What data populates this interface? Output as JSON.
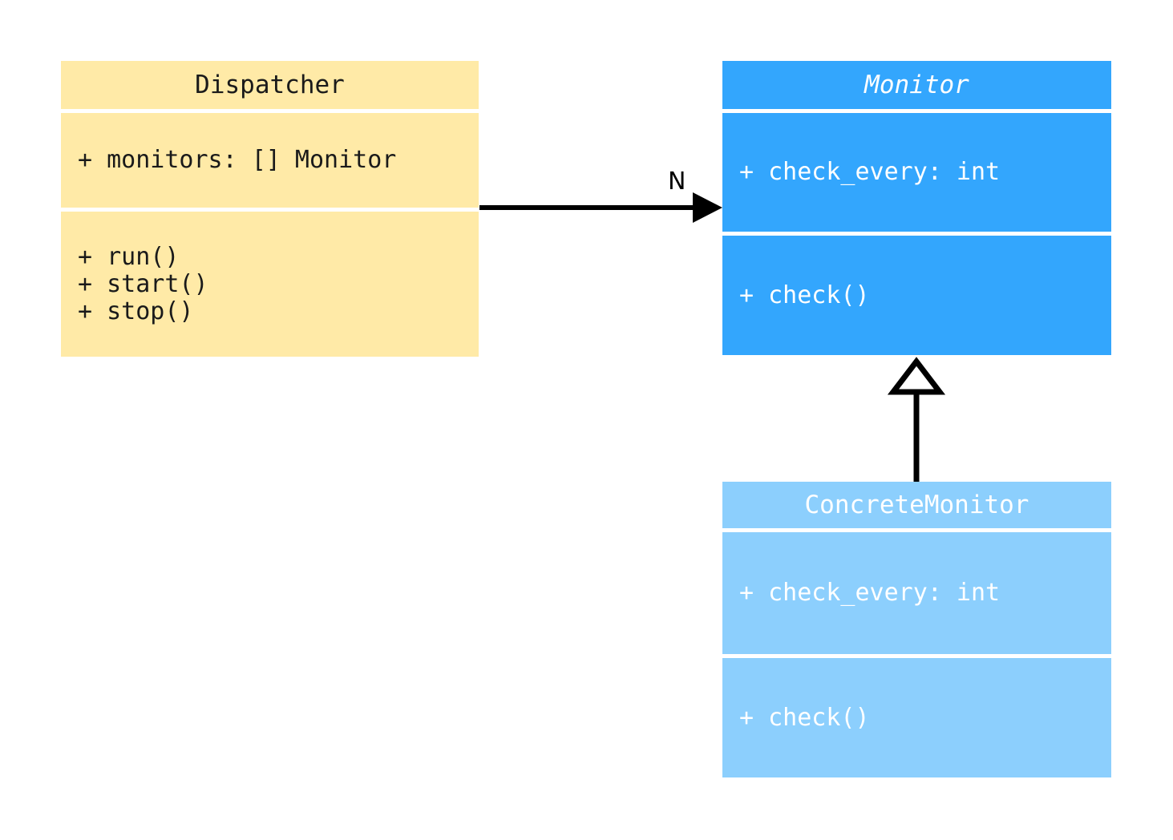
{
  "diagram": {
    "type": "uml-class-diagram",
    "background_color": "#ffffff"
  },
  "classes": [
    {
      "id": "dispatcher",
      "name": "Dispatcher",
      "abstract": false,
      "fill_color": "#ffeaa7",
      "text_color": "#1a1a1a",
      "attributes": [
        "+ monitors: [] Monitor"
      ],
      "methods": [
        "+ run()",
        "+ start()",
        "+ stop()"
      ]
    },
    {
      "id": "monitor",
      "name": "Monitor",
      "abstract": true,
      "fill_color": "#33a6fd",
      "text_color": "#ffffff",
      "attributes": [
        "+ check_every: int"
      ],
      "methods": [
        "+ check()"
      ]
    },
    {
      "id": "concretemonitor",
      "name": "ConcreteMonitor",
      "abstract": false,
      "fill_color": "#8ccffd",
      "text_color": "#ffffff",
      "attributes": [
        "+ check_every: int"
      ],
      "methods": [
        "+ check()"
      ]
    }
  ],
  "relationships": [
    {
      "id": "dispatcher-to-monitor",
      "kind": "association",
      "from": "Dispatcher",
      "to": "Monitor",
      "label": "N",
      "arrow_style": "filled-triangle",
      "line_color": "#000000"
    },
    {
      "id": "concretemonitor-to-monitor",
      "kind": "generalization",
      "from": "ConcreteMonitor",
      "to": "Monitor",
      "label": "",
      "arrow_style": "hollow-triangle",
      "line_color": "#000000"
    }
  ]
}
